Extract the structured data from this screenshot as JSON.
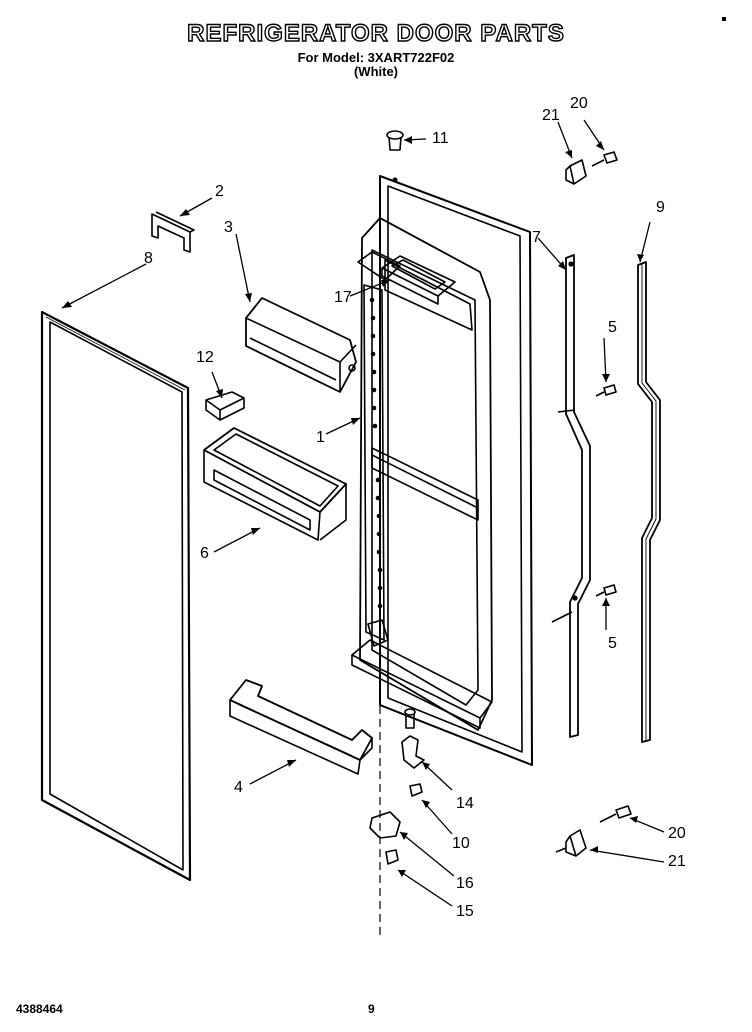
{
  "header": {
    "title": "REFRIGERATOR DOOR PARTS",
    "model_line": "For Model: 3XART722F02",
    "color_line": "(White)"
  },
  "callouts": [
    "1",
    "2",
    "3",
    "4",
    "5",
    "5",
    "6",
    "7",
    "8",
    "9",
    "10",
    "11",
    "12",
    "14",
    "15",
    "16",
    "17",
    "20",
    "20",
    "21",
    "21"
  ],
  "footer": {
    "code": "4388464",
    "page_number": "9"
  }
}
